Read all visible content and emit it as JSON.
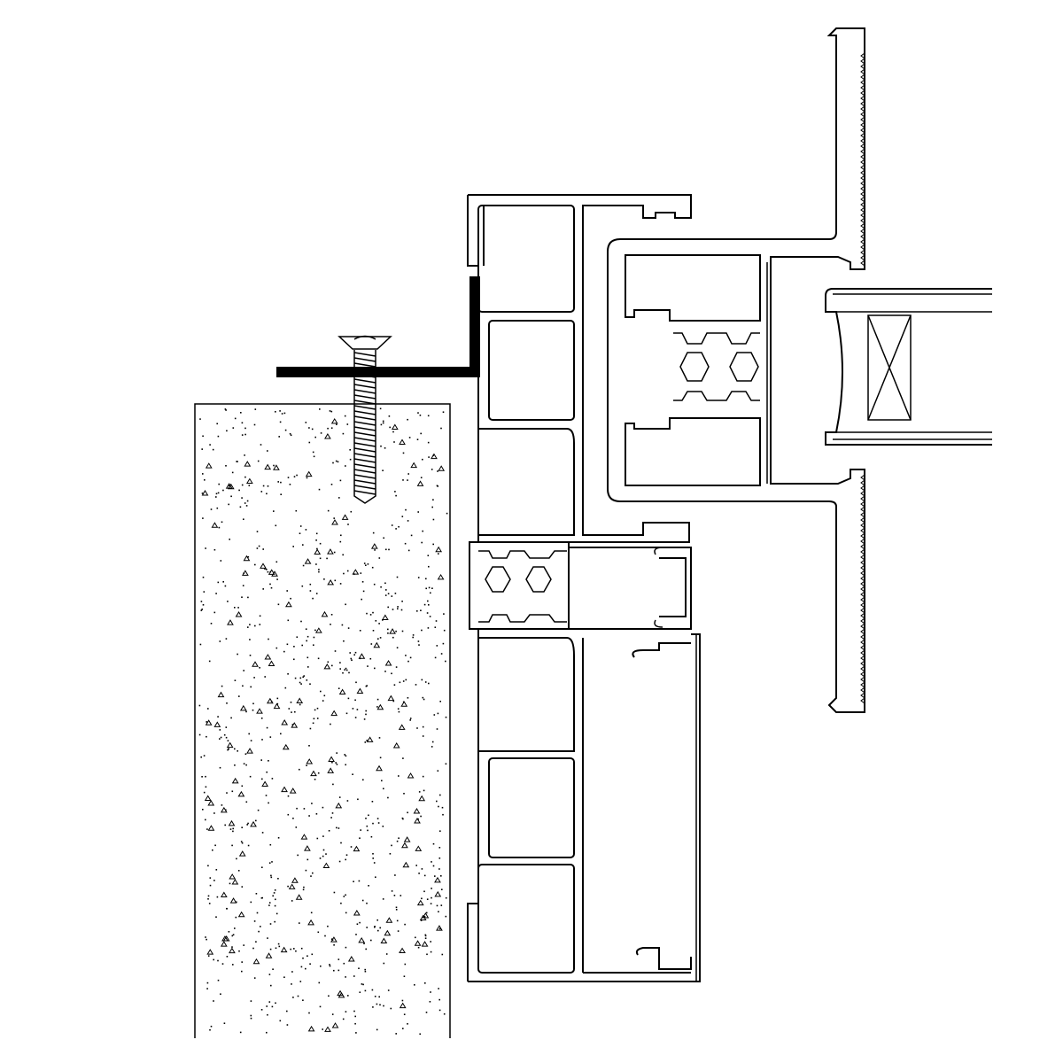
{
  "drawing": {
    "type": "cad-section-detail",
    "background_color": "#ffffff",
    "line_color": "#000000",
    "components": [
      "concrete-wall",
      "steel-angle-bracket",
      "countersunk-screw",
      "outer-frame-profile",
      "sash-profile",
      "glazing-unit",
      "thermal-break",
      "cover-profile"
    ],
    "text_labels": []
  }
}
